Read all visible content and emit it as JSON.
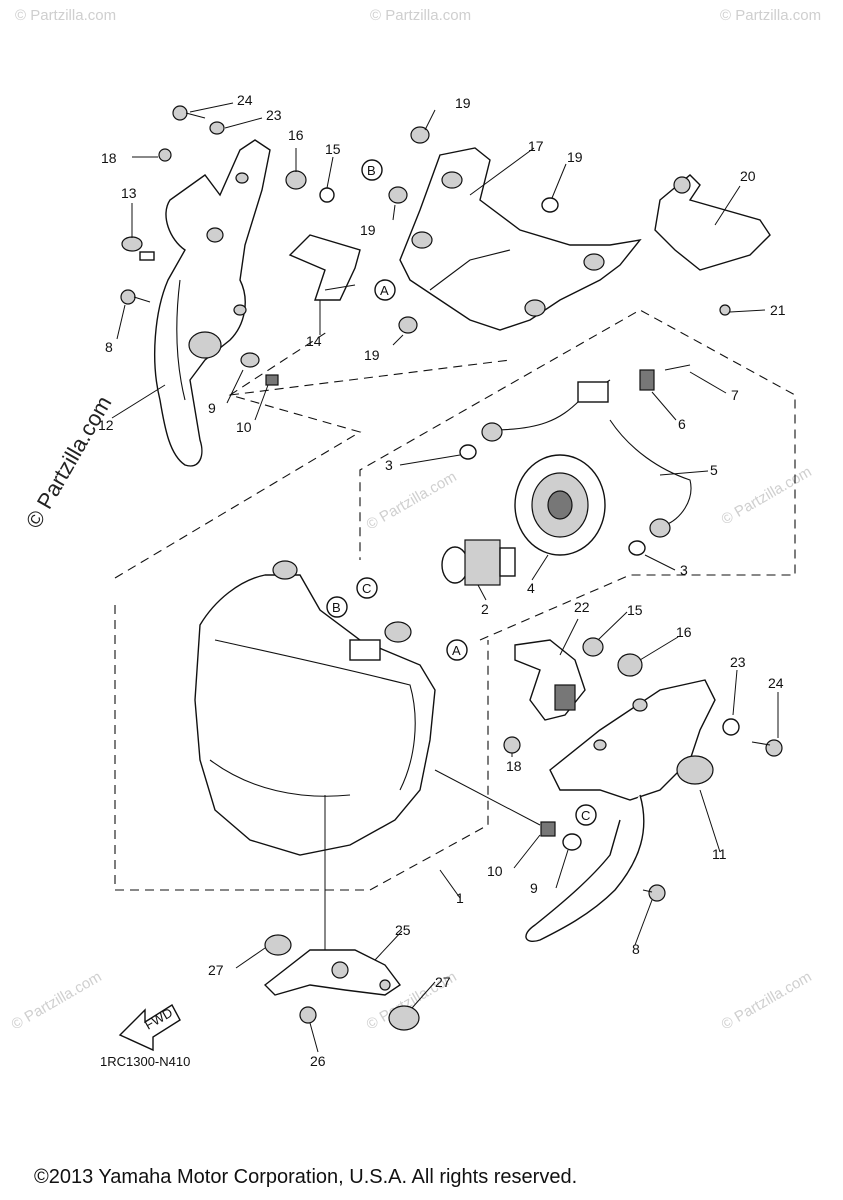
{
  "watermark": "© Partzilla.com",
  "diagram_code": "1RC1300-N410",
  "fwd_label": "FWD",
  "copyright": "©2013 Yamaha Motor Corporation, U.S.A. All rights reserved.",
  "callout_letters": {
    "a": "A",
    "b": "B",
    "c": "C"
  },
  "part_numbers": {
    "p1": "1",
    "p2": "2",
    "p3": "3",
    "p4": "4",
    "p5": "5",
    "p6": "6",
    "p7": "7",
    "p8": "8",
    "p9": "9",
    "p10": "10",
    "p11": "11",
    "p12": "12",
    "p13": "13",
    "p14": "14",
    "p15": "15",
    "p16": "16",
    "p17": "17",
    "p18": "18",
    "p19": "19",
    "p20": "20",
    "p21": "21",
    "p22": "22",
    "p23": "23",
    "p24": "24",
    "p25": "25",
    "p26": "26",
    "p27": "27"
  }
}
